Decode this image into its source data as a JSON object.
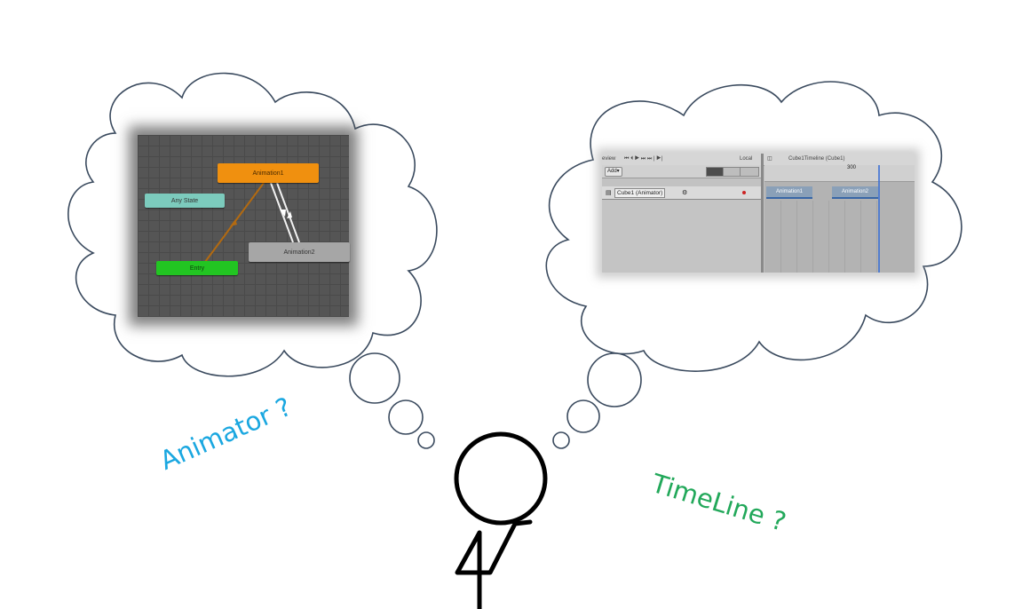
{
  "animator": {
    "states": {
      "animation1": "Animation1",
      "any_state": "Any State",
      "animation2": "Animation2",
      "entry": "Entry"
    }
  },
  "timeline": {
    "toolbar": {
      "preview": "eview",
      "local": "Local",
      "title": "Cube1Timeline (Cube1)"
    },
    "add_label": "Add▾",
    "track_label": "Cube1 (Animator)",
    "ruler_mark": "300",
    "clips": [
      "Animation1",
      "Animation2"
    ]
  },
  "captions": {
    "animator": "Animator ?",
    "timeline": "TimeLine ?"
  },
  "colors": {
    "animator_caption": "#1aa7e0",
    "timeline_caption": "#22a85a",
    "cloud_stroke": "#3a4a5e",
    "animation1_state": "#f0900f",
    "entry_state": "#22c522",
    "any_state": "#7ccbbd"
  }
}
